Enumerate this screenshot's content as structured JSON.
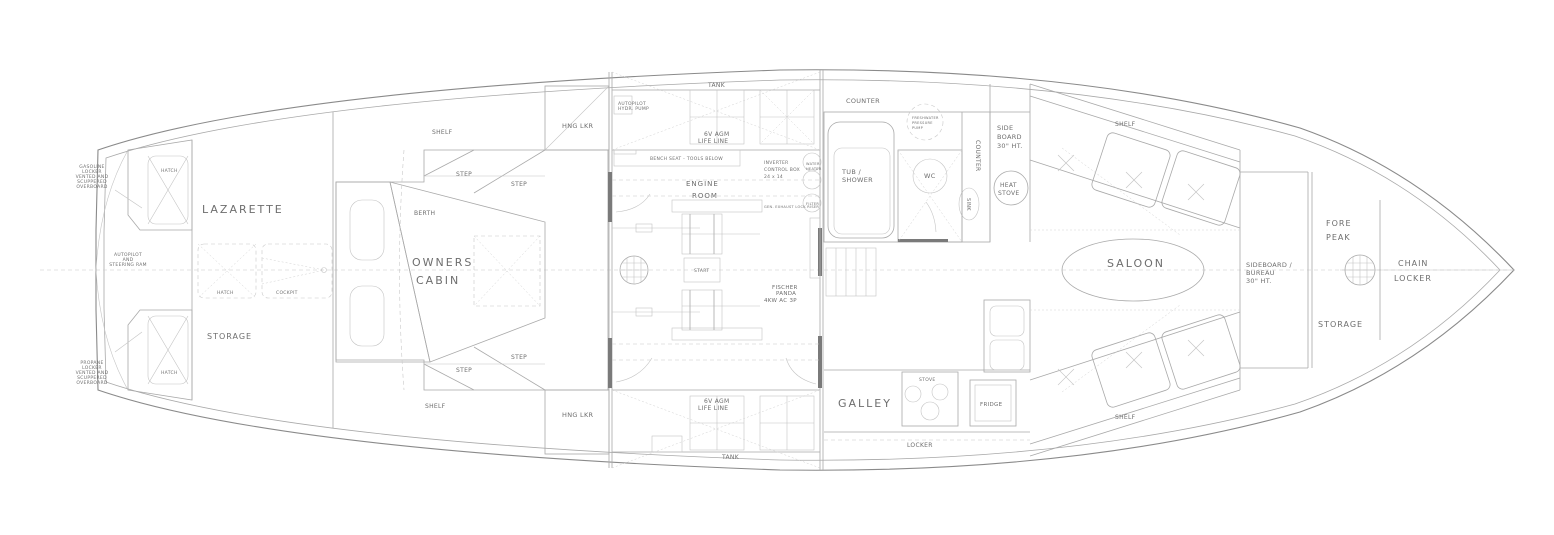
{
  "labels": {
    "lazarette": "LAZARETTE",
    "storage_aft": "STORAGE",
    "hatch_top": "HATCH",
    "hatch_bottom": "HATCH",
    "hatch_center": "HATCH",
    "cockpit": "COCKPIT",
    "autopilot": [
      "AUTOPILOT",
      "AND",
      "STEERING RAM"
    ],
    "gasoline_locker": [
      "GASOLINE",
      "LOCKER",
      "VENTED AND",
      "SCUPPERED",
      "OVERBOARD"
    ],
    "propane_locker": [
      "PROPANE",
      "LOCKER",
      "VENTED AND",
      "SCUPPERED",
      "OVERBOARD"
    ],
    "shelf_aft_top": "SHELF",
    "shelf_aft_bottom": "SHELF",
    "step_1": "STEP",
    "step_2": "STEP",
    "step_3": "STEP",
    "step_4": "STEP",
    "berth": "BERTH",
    "owners_cabin": [
      "OWNERS",
      "CABIN"
    ],
    "hng_lkr_top": "HNG LKR",
    "hng_lkr_bottom": "HNG LKR",
    "tank_top": "TANK",
    "tank_bottom": "TANK",
    "battery_top": [
      "6V AGM",
      "LIFE LINE"
    ],
    "battery_bottom": [
      "6V AGM",
      "LIFE LINE"
    ],
    "autopilot_pump": [
      "AUTOPILOT",
      "HYDR. PUMP"
    ],
    "bench_seat": "BENCH SEAT - TOOLS BELOW",
    "engine_room": [
      "ENGINE",
      "ROOM"
    ],
    "start": "START",
    "fischer_panda": [
      "FISCHER",
      "PANDA",
      "4KW AC 3P"
    ],
    "inverter": [
      "INVERTER",
      "CONTROL BOX",
      "24 x 14"
    ],
    "gen_exhaust": "GEN. EXHAUST LOCK RISER",
    "water_heater": [
      "WATER",
      "HEATER"
    ],
    "filter": "FILTER",
    "counter_top": "COUNTER",
    "counter_side": "COUNTER",
    "tub_shower": [
      "TUB /",
      "SHOWER"
    ],
    "wc": "WC",
    "pressure_pump": [
      "FRESHWATER",
      "PRESSURE",
      "PUMP"
    ],
    "sink_v": "SINK",
    "sideboard_aft": [
      "SIDE",
      "BOARD",
      "30\" HT."
    ],
    "heat_stove": [
      "HEAT",
      "STOVE"
    ],
    "shelf_saloon_top": "SHELF",
    "shelf_saloon_bottom": "SHELF",
    "saloon": "SALOON",
    "galley": "GALLEY",
    "stove": "STOVE",
    "fridge": "FRIDGE",
    "locker_galley": "LOCKER",
    "sideboard_fwd": [
      "SIDEBOARD /",
      "BUREAU",
      "30\" HT."
    ],
    "fore_peak": [
      "FORE",
      "PEAK"
    ],
    "storage_fwd": "STORAGE",
    "chain_locker": [
      "CHAIN",
      "LOCKER"
    ]
  }
}
